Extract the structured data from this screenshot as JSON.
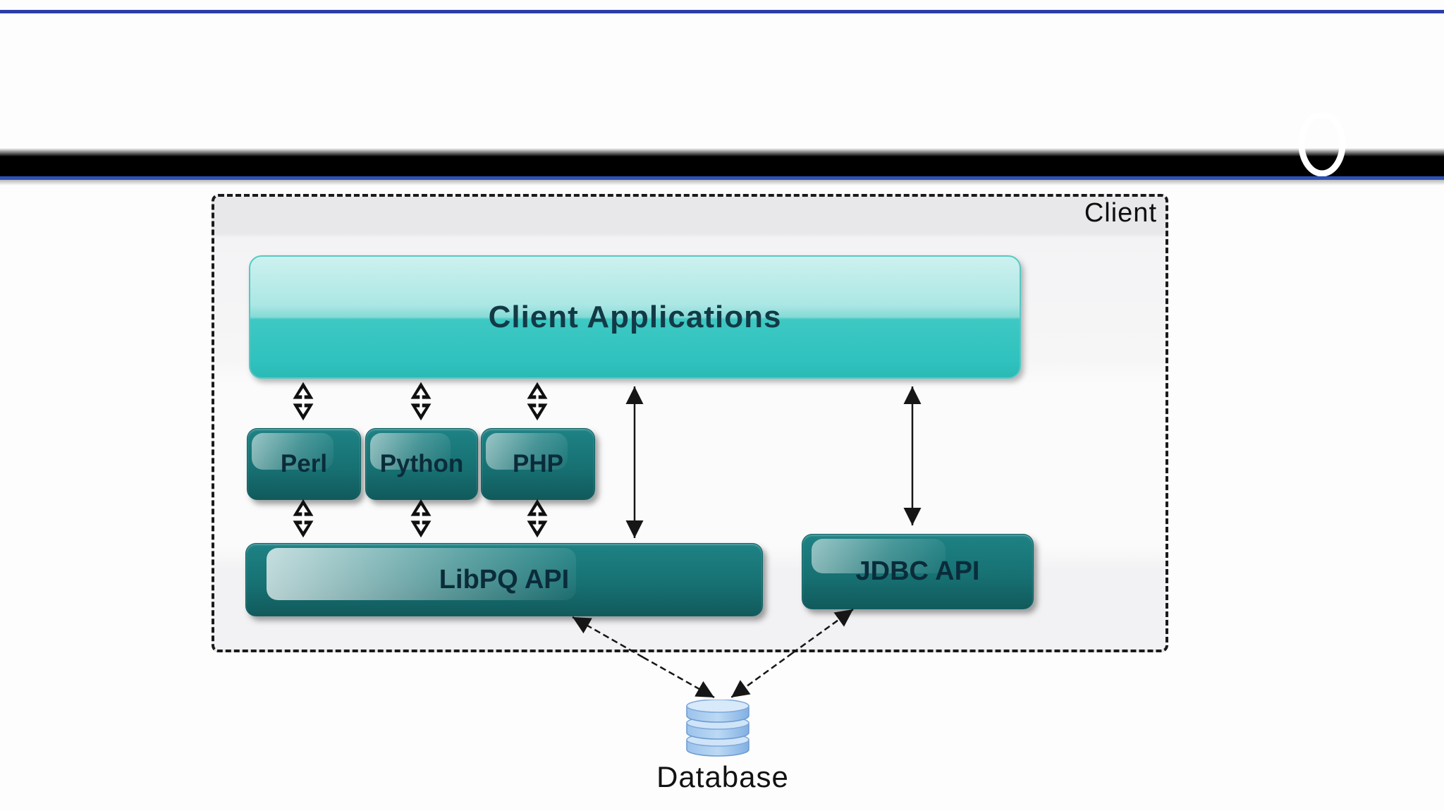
{
  "banner": {
    "partial_glyph": "U",
    "bar_color": "#000000",
    "underline_color": "#2d52b4",
    "top_rule_color": "#2c3ea6"
  },
  "diagram": {
    "container": {
      "label": "Client"
    },
    "nodes": {
      "client_applications": {
        "label": "Client Applications",
        "fill": "#3ec8c3"
      },
      "languages": [
        {
          "label": "Perl"
        },
        {
          "label": "Python"
        },
        {
          "label": "PHP"
        }
      ],
      "libpq": {
        "label": "LibPQ API",
        "fill": "#177173"
      },
      "jdbc": {
        "label": "JDBC API",
        "fill": "#177173"
      },
      "database": {
        "label": "Database",
        "icon": "database-cylinder-icon",
        "icon_color": "#9cc3ec"
      }
    },
    "edges": [
      "client-applications <-> perl",
      "client-applications <-> python",
      "client-applications <-> php",
      "client-applications <-> libpq-api",
      "client-applications <-> jdbc-api",
      "perl <-> libpq-api",
      "python <-> libpq-api",
      "php <-> libpq-api",
      "libpq-api <-> database",
      "jdbc-api <-> database"
    ]
  }
}
